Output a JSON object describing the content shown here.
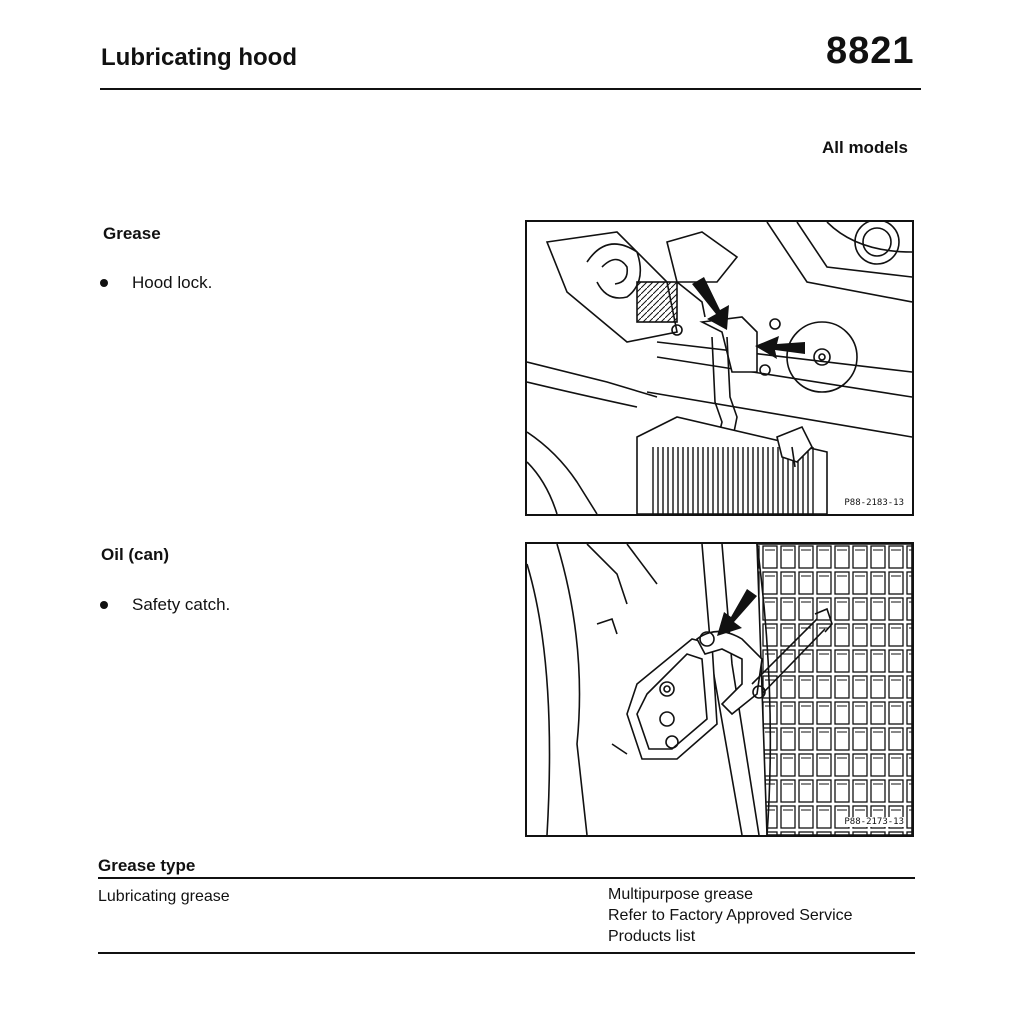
{
  "header": {
    "title": "Lubricating hood",
    "page_number": "8821"
  },
  "applicability": "All models",
  "sections": [
    {
      "heading": "Grease",
      "items": [
        "Hood lock."
      ]
    },
    {
      "heading": "Oil (can)",
      "items": [
        "Safety catch."
      ]
    }
  ],
  "figures": [
    {
      "label": "P88-2183-13",
      "icon": "hood-lock-illustration"
    },
    {
      "label": "P88-2173-13",
      "icon": "safety-catch-illustration"
    }
  ],
  "table": {
    "heading": "Grease type",
    "rows": [
      {
        "name": "Lubricating grease",
        "spec": [
          "Multipurpose grease",
          "Refer to Factory Approved Service",
          "Products list"
        ]
      }
    ]
  }
}
